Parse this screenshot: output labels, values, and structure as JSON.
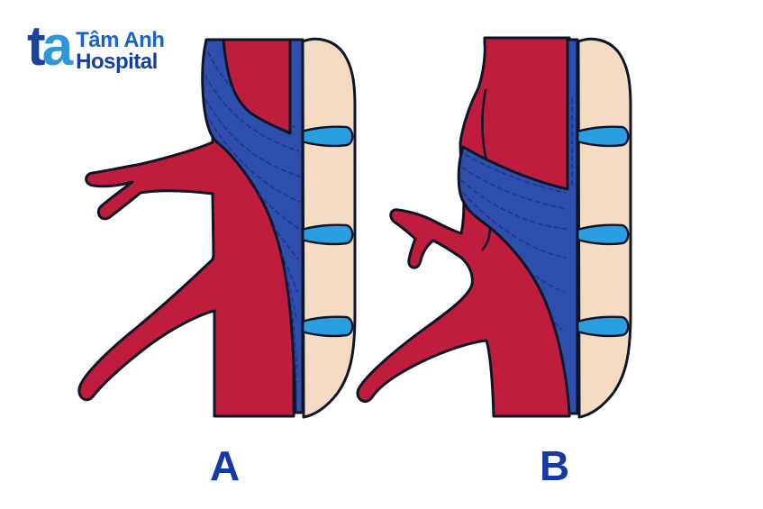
{
  "brand": {
    "mark_t": "t",
    "mark_a": "a",
    "name": "Tâm Anh",
    "suffix": "Hospital"
  },
  "figures": {
    "a": {
      "label": "A"
    },
    "b": {
      "label": "B"
    }
  },
  "colors": {
    "artery_red": "#C01C3E",
    "ligament_blue": "#2F4FAE",
    "fiber_blue": "#1B2D7C",
    "disc_blue": "#2B9EE2",
    "vertebra_beige": "#F5DAC4",
    "outline_dark": "#0E1526",
    "label_blue": "#1639A5",
    "logo_dark_blue": "#1C419F",
    "logo_light_blue": "#2F97D8",
    "logo_name_blue": "#1565C8",
    "logo_suffix_blue": "#15409A"
  }
}
